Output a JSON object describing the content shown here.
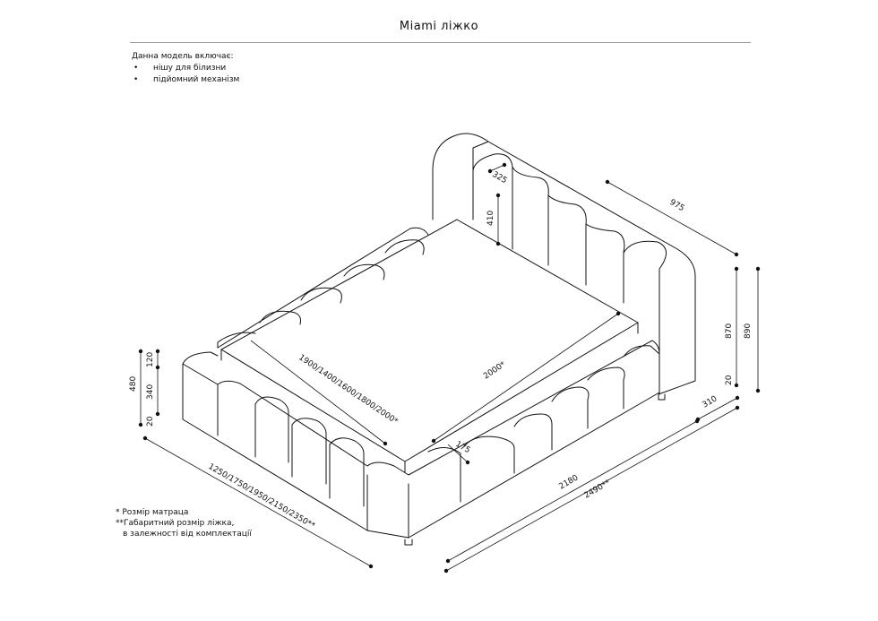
{
  "title": "Miami ліжко",
  "includes": {
    "heading": "Данна модель включає:",
    "items": [
      "нішу для білизни",
      "підйомний механізм"
    ],
    "bullet": "•"
  },
  "dimensions": {
    "headboard_cushion_width": "325",
    "headboard_cushion_height": "410",
    "headboard_depth": "975",
    "headboard_height": "870",
    "overall_height": "890",
    "headboard_leg": "20",
    "headboard_offset": "310",
    "mattress_widths": "1900/1400/1600/1800/2000*",
    "mattress_length": "2000*",
    "frame_side": "175",
    "bed_length": "2180",
    "overall_length": "2490**",
    "overall_width": "1250/1750/1950/2150/2350**",
    "side_top": "120",
    "side_body": "340",
    "side_total": "480",
    "side_leg": "20"
  },
  "notes": {
    "note1": "* Розмір матраца",
    "note2": "**Габаритний розмір ліжка,",
    "note3": "в залежності від комплектації"
  }
}
